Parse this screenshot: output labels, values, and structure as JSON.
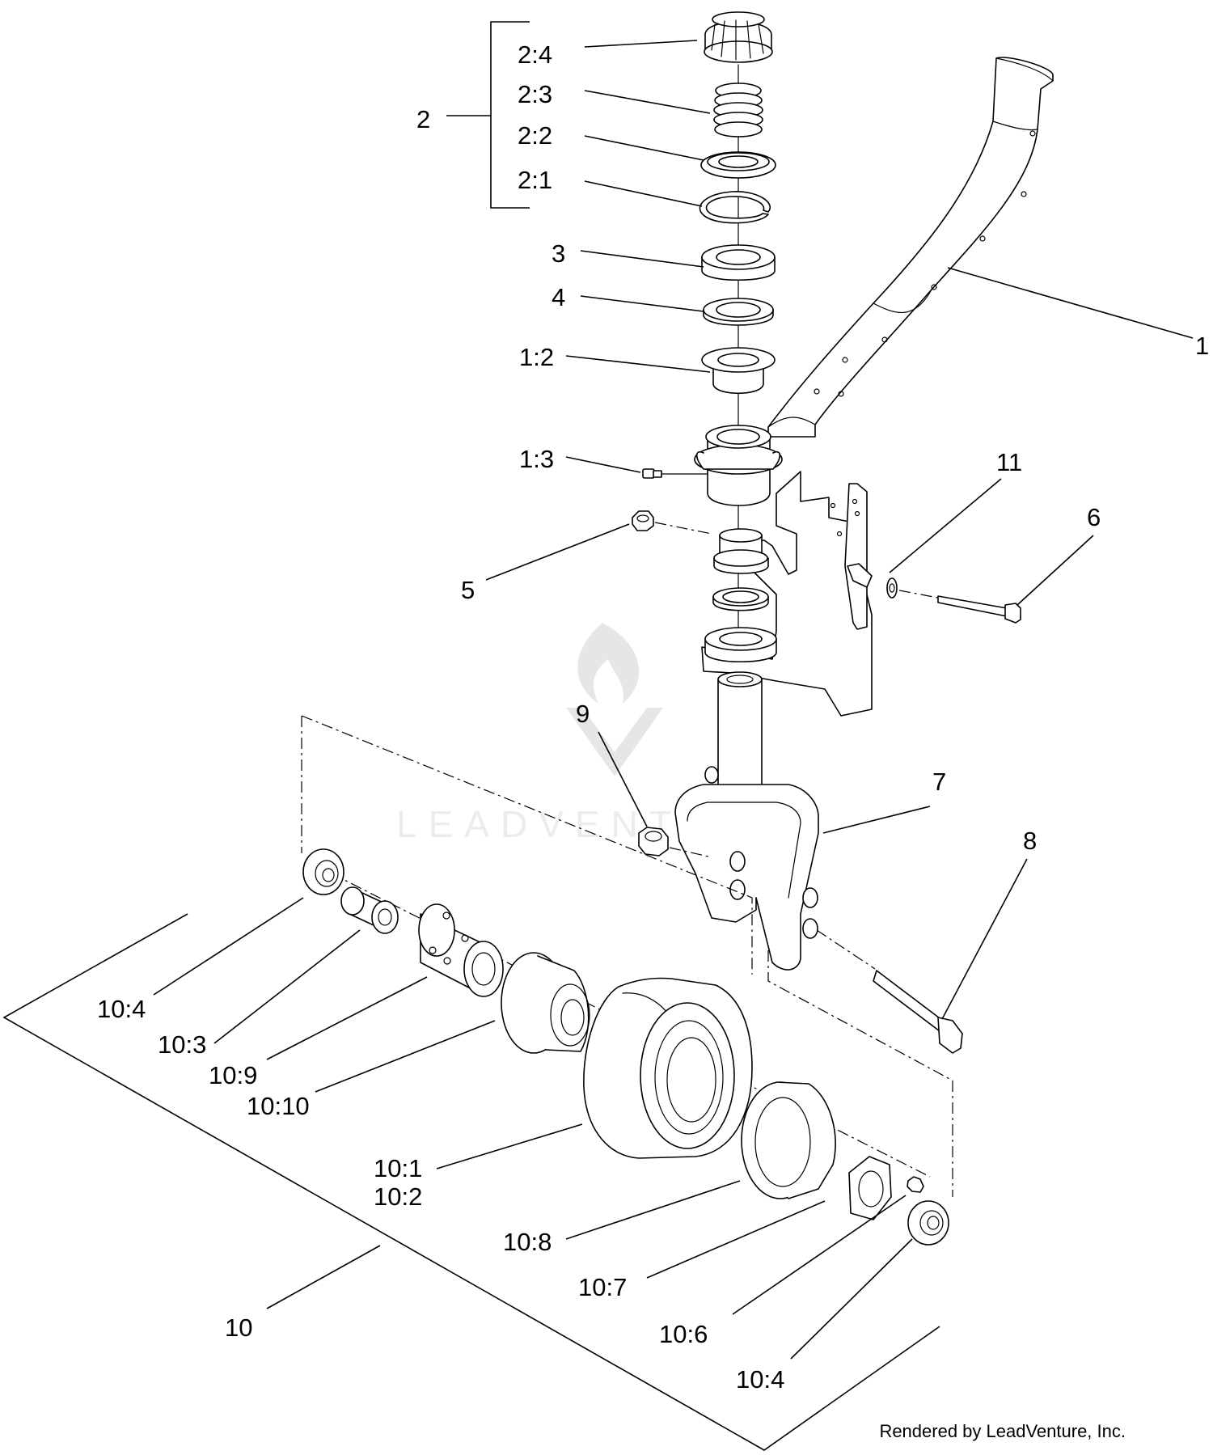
{
  "diagram": {
    "watermark": "LEADVENTURE",
    "credit": "Rendered by LeadVenture, Inc.",
    "callouts": {
      "c_2_4": "2:4",
      "c_2_3": "2:3",
      "c_2_2": "2:2",
      "c_2_1": "2:1",
      "c_2": "2",
      "c_3": "3",
      "c_4": "4",
      "c_1_2": "1:2",
      "c_1_3": "1:3",
      "c_1": "1",
      "c_11": "11",
      "c_6": "6",
      "c_5": "5",
      "c_9": "9",
      "c_7": "7",
      "c_8": "8",
      "c_10_4_left": "10:4",
      "c_10_3": "10:3",
      "c_10_9": "10:9",
      "c_10_10": "10:10",
      "c_10_1": "10:1",
      "c_10_2": "10:2",
      "c_10_8": "10:8",
      "c_10_7": "10:7",
      "c_10_6": "10:6",
      "c_10_4_right": "10:4",
      "c_10": "10"
    }
  }
}
